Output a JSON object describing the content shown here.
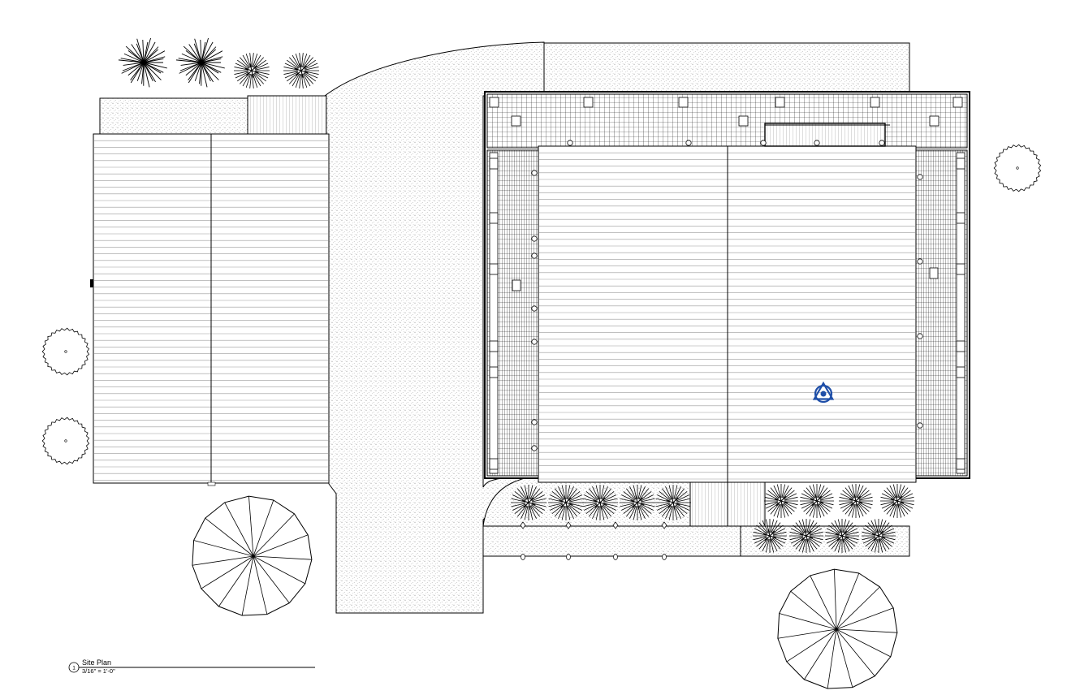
{
  "view_title": {
    "number": "1",
    "name": "Site Plan",
    "scale": "3/16\" = 1'-0\""
  },
  "colors": {
    "linework": "#000000",
    "marker": "#1f4fa8",
    "background": "#ffffff"
  },
  "icons": {
    "view_marker": "revit-view-trefoil-icon",
    "large_tree": "plan-tree-wedges-icon",
    "small_tree": "plan-tree-circle-icon",
    "shrub": "plan-shrub-star-icon"
  }
}
